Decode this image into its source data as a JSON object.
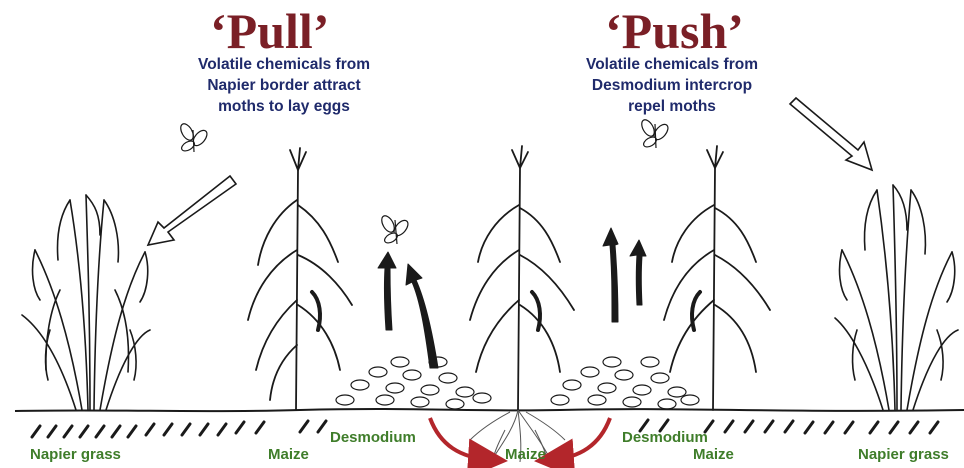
{
  "colors": {
    "title": "#7a1f26",
    "description": "#1f2a6b",
    "label": "#3f7d2a",
    "root_arrow": "#b3262b",
    "line": "#1a1a1a"
  },
  "pull": {
    "title": "‘Pull’",
    "lines": [
      "Volatile chemicals from",
      "Napier border attract",
      "moths to lay eggs"
    ]
  },
  "push": {
    "title": "‘Push’",
    "lines": [
      "Volatile chemicals from",
      "Desmodium intercrop",
      "repel moths"
    ]
  },
  "labels": {
    "napier_left": "Napier grass",
    "maize_left": "Maize",
    "desmodium_left": "Desmodium",
    "maize_center": "Maize",
    "desmodium_right": "Desmodium",
    "maize_right": "Maize",
    "napier_right": "Napier grass"
  },
  "icons": [
    "moth-icon",
    "arrow-icon",
    "napier-grass-icon",
    "maize-plant-icon",
    "desmodium-icon",
    "root-icon"
  ]
}
